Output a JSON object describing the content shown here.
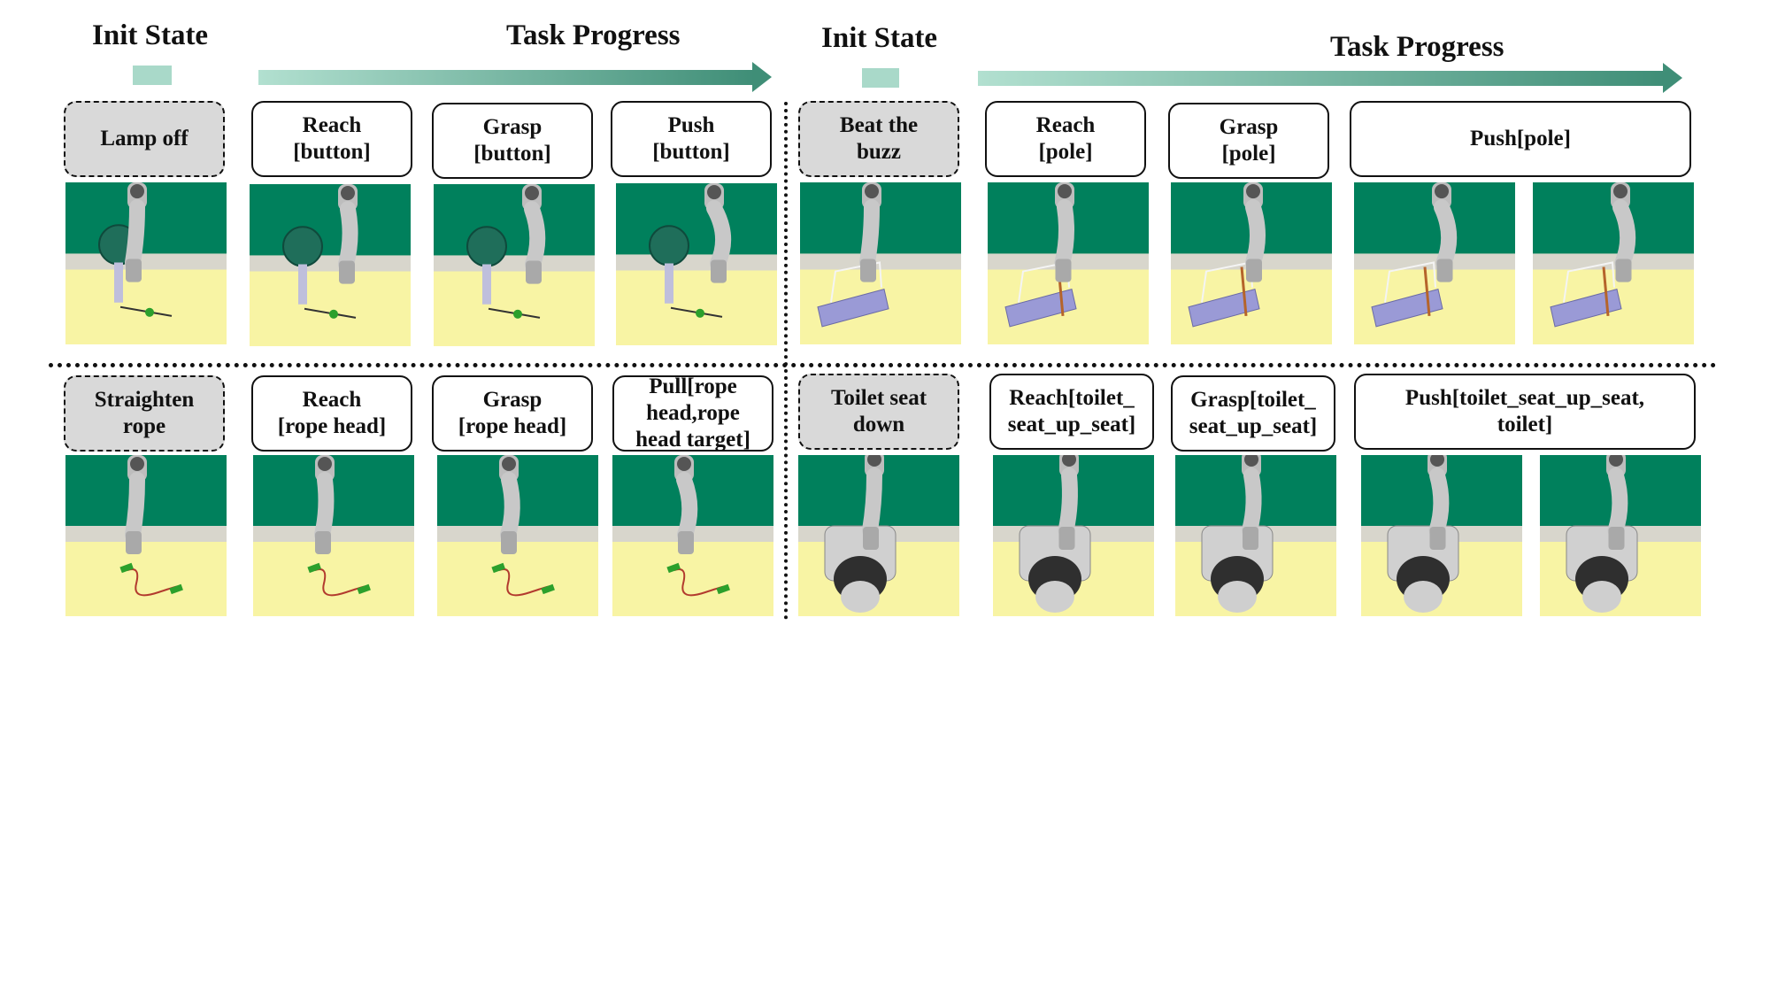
{
  "headers": {
    "left_init": "Init State",
    "left_progress": "Task Progress",
    "right_init": "Init State",
    "right_progress": "Task Progress"
  },
  "colors": {
    "init_chip": "#a9d9c9",
    "arrow_start": "#b2e0d0",
    "arrow_end": "#3f8e77",
    "wall": "#00805c",
    "floor": "#f8f4a4",
    "init_label_fill": "#d9d9d9"
  },
  "rows": [
    {
      "left": {
        "init": "Lamp off",
        "steps": [
          "Reach\n[button]",
          "Grasp\n[button]",
          "Push\n[button]"
        ],
        "scene_object": "lamp"
      },
      "right": {
        "init": "Beat the\nbuzz",
        "steps": [
          "Reach\n[pole]",
          "Grasp\n[pole]",
          "Push[pole]"
        ],
        "scene_object": "buzz-wire"
      }
    },
    {
      "left": {
        "init": "Straighten\nrope",
        "steps": [
          "Reach\n[rope head]",
          "Grasp\n[rope head]",
          "Pull[rope\nhead,rope\nhead target]"
        ],
        "scene_object": "rope"
      },
      "right": {
        "init": "Toilet seat\ndown",
        "steps": [
          "Reach[toilet_\nseat_up_seat]",
          "Grasp[toilet_\nseat_up_seat]",
          "Push[toilet_seat_up_seat,\ntoilet]"
        ],
        "scene_object": "toilet"
      }
    }
  ]
}
